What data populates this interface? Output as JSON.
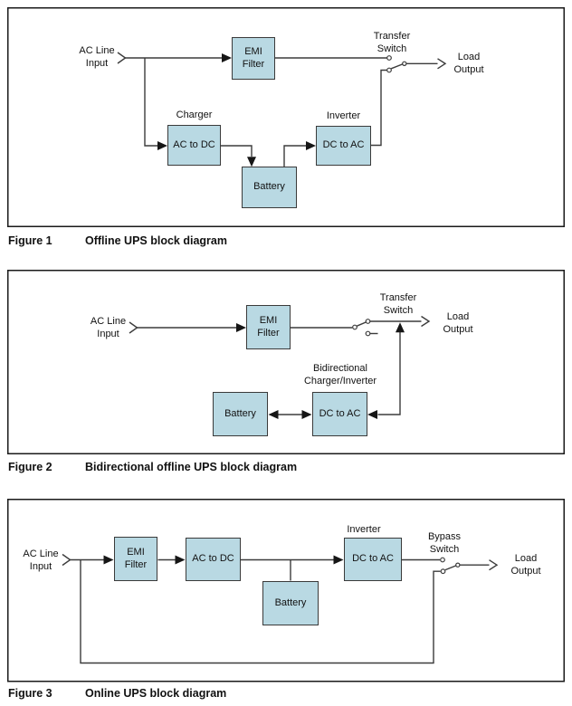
{
  "colors": {
    "box_fill": "#b9d9e3",
    "box_border": "#3a3a3a",
    "wire": "#3b3b3b",
    "arrow_fill": "#161616",
    "figure_border": "#1a1a1a",
    "text": "#111111"
  },
  "figures": [
    {
      "caption_label": "Figure 1",
      "caption_title": "Offline UPS block diagram",
      "labels": {
        "input": [
          "AC Line",
          "Input"
        ],
        "switch": [
          "Transfer",
          "Switch"
        ],
        "output": [
          "Load",
          "Output"
        ],
        "charger": "Charger",
        "inverter": "Inverter"
      },
      "boxes": {
        "emi": [
          "EMI",
          "Filter"
        ],
        "acdc": "AC to DC",
        "battery": "Battery",
        "dcac": "DC to AC"
      }
    },
    {
      "caption_label": "Figure 2",
      "caption_title": "Bidirectional offline UPS block diagram",
      "labels": {
        "input": [
          "AC Line",
          "Input"
        ],
        "switch": [
          "Transfer",
          "Switch"
        ],
        "output": [
          "Load",
          "Output"
        ],
        "bidi": [
          "Bidirectional",
          "Charger/Inverter"
        ]
      },
      "boxes": {
        "emi": [
          "EMI",
          "Filter"
        ],
        "battery": "Battery",
        "dcac": "DC to AC"
      }
    },
    {
      "caption_label": "Figure 3",
      "caption_title": "Online UPS block diagram",
      "labels": {
        "input": [
          "AC Line",
          "Input"
        ],
        "switch": [
          "Bypass",
          "Switch"
        ],
        "output": [
          "Load",
          "Output"
        ],
        "inverter": "Inverter"
      },
      "boxes": {
        "emi": [
          "EMI",
          "Filter"
        ],
        "acdc": "AC to DC",
        "battery": "Battery",
        "dcac": "DC to AC"
      }
    }
  ]
}
